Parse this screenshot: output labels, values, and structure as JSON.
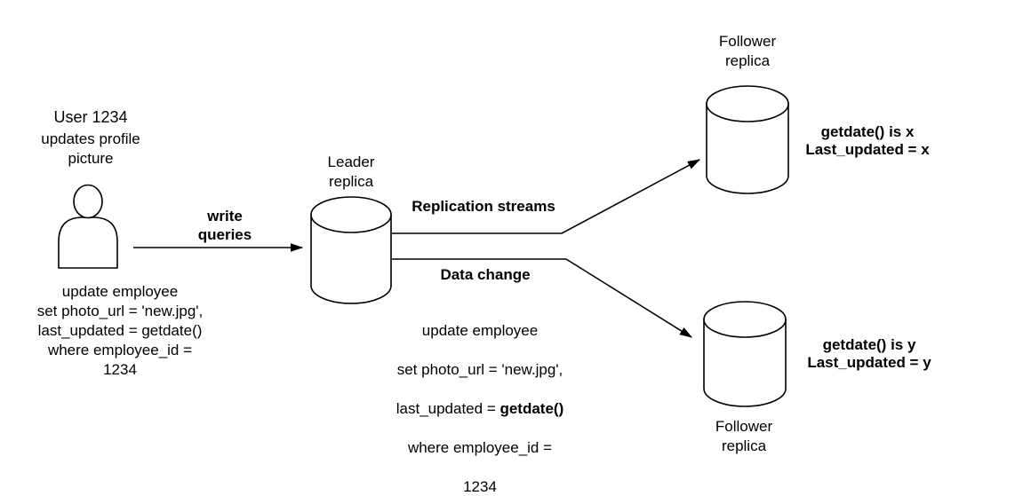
{
  "diagram": {
    "colors": {
      "stroke": "#000000",
      "background": "#ffffff",
      "text": "#000000"
    },
    "user": {
      "title": "User 1234",
      "subtitle": "updates profile\npicture",
      "query": "update employee\nset photo_url = 'new.jpg',\nlast_updated = getdate()\nwhere employee_id =\n1234"
    },
    "write_arrow_label": "write\nqueries",
    "leader": {
      "label": "Leader\nreplica"
    },
    "replication_label": "Replication streams",
    "data_change_label": "Data change",
    "data_change_query": {
      "line1": "update employee",
      "line2": "set photo_url = 'new.jpg',",
      "line3_prefix": "last_updated = ",
      "line3_bold": "getdate()",
      "line4": "where employee_id =",
      "line5": "1234"
    },
    "follower_top": {
      "label": "Follower\nreplica",
      "result": "getdate() is x\nLast_updated = x"
    },
    "follower_bottom": {
      "label": "Follower\nreplica",
      "result": "getdate() is y\nLast_updated = y"
    }
  }
}
